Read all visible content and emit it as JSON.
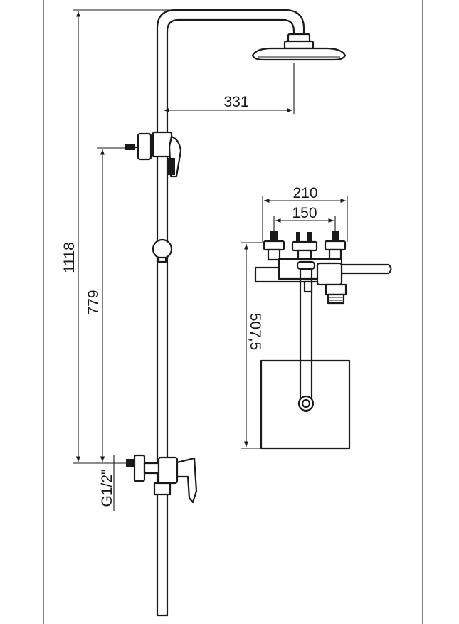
{
  "dimensions": {
    "overall_height": "1118",
    "inlet_height": "779",
    "arm_reach": "331",
    "outer_width": "210",
    "inner_width": "150",
    "wall_depth": "507,5",
    "thread": "G1/2\""
  },
  "colors": {
    "line": "#1a1a1a",
    "background": "#ffffff"
  }
}
